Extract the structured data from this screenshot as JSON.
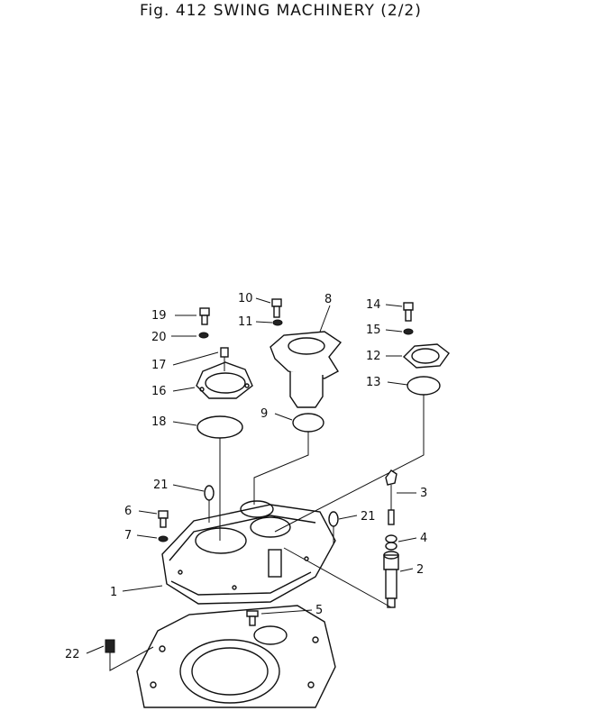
{
  "title": "Fig. 412   SWING  MACHINERY (2/2)",
  "callouts": [
    "1",
    "2",
    "3",
    "4",
    "5",
    "6",
    "7",
    "8",
    "9",
    "10",
    "11",
    "12",
    "13",
    "14",
    "15",
    "16",
    "17",
    "18",
    "19",
    "20",
    "21",
    "21",
    "22"
  ]
}
